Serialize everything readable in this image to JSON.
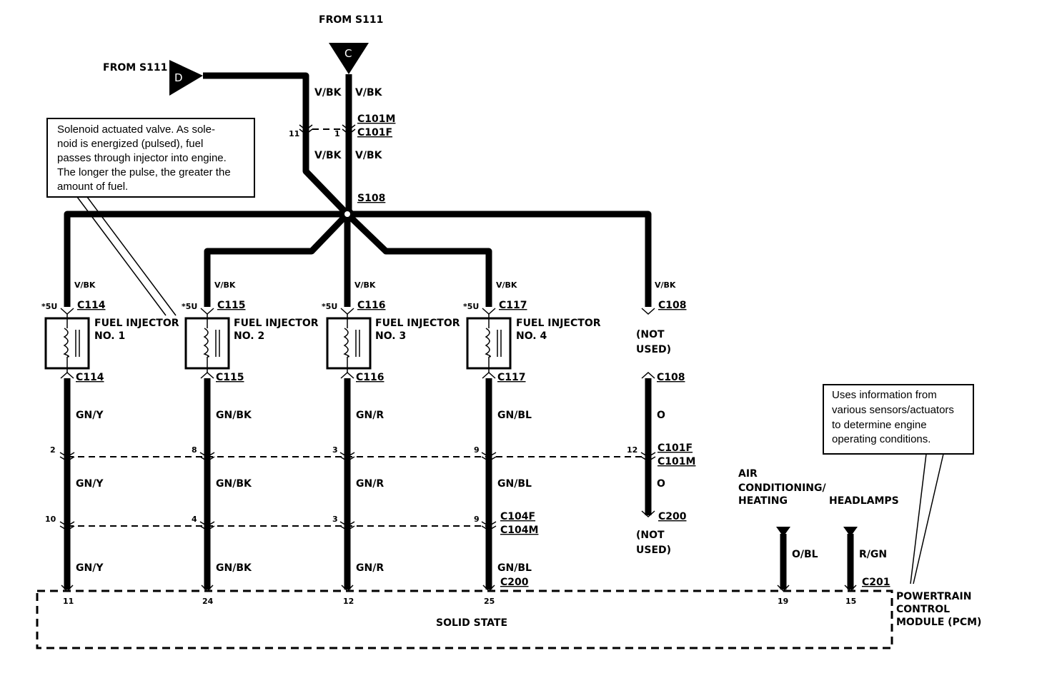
{
  "top": {
    "from_c": "FROM S111",
    "from_d": "FROM S111",
    "flag_c": "C",
    "flag_d": "D",
    "wire_left": "V/BK",
    "wire_right": "V/BK",
    "wire_left_2": "V/BK",
    "wire_right_2": "V/BK",
    "pin_11": "11",
    "pin_1": "1",
    "conn_c101m": "C101M",
    "conn_c101f": "C101F",
    "splice": "S108"
  },
  "note_injector": {
    "lines": [
      "Solenoid actuated valve.  As sole-",
      "noid is energized (pulsed), fuel",
      "passes through injector into engine.",
      "The longer the pulse, the greater the",
      "amount of fuel."
    ]
  },
  "note_pcm": {
    "lines": [
      "Uses information from",
      "various  sensors/actuators",
      "to determine engine",
      "operating conditions."
    ]
  },
  "branches": [
    {
      "top_wire": "V/BK",
      "asterisk": "*5U",
      "conn_top": "C114",
      "name1": "FUEL INJECTOR",
      "name2": "NO. 1",
      "conn_bottom": "C114",
      "wire1": "GN/Y",
      "pin_a": "2",
      "wire2": "GN/Y",
      "pin_b": "10",
      "wire3": "GN/Y",
      "pcm_pin": "11"
    },
    {
      "top_wire": "V/BK",
      "asterisk": "*5U",
      "conn_top": "C115",
      "name1": "FUEL INJECTOR",
      "name2": "NO. 2",
      "conn_bottom": "C115",
      "wire1": "GN/BK",
      "pin_a": "8",
      "wire2": "GN/BK",
      "pin_b": "4",
      "wire3": "GN/BK",
      "pcm_pin": "24"
    },
    {
      "top_wire": "V/BK",
      "asterisk": "*5U",
      "conn_top": "C116",
      "name1": "FUEL INJECTOR",
      "name2": "NO. 3",
      "conn_bottom": "C116",
      "wire1": "GN/R",
      "pin_a": "3",
      "wire2": "GN/R",
      "pin_b": "3",
      "wire3": "GN/R",
      "pcm_pin": "12"
    },
    {
      "top_wire": "V/BK",
      "asterisk": "*5U",
      "conn_top": "C117",
      "name1": "FUEL INJECTOR",
      "name2": "NO. 4",
      "conn_bottom": "C117",
      "wire1": "GN/BL",
      "pin_a": "9",
      "wire2": "GN/BL",
      "pin_b": "9",
      "wire3": "GN/BL",
      "pcm_pin": "25",
      "conn_c104f": "C104F",
      "conn_c104m": "C104M",
      "conn_c200": "C200"
    }
  ],
  "unused": {
    "top_wire": "V/BK",
    "conn_top": "C108",
    "not_used_1a": "(NOT",
    "not_used_1b": "USED)",
    "conn_mid": "C108",
    "wire_o1": "O",
    "pin_12": "12",
    "conn_c101f": "C101F",
    "conn_c101m": "C101M",
    "wire_o2": "O",
    "conn_c200": "C200",
    "not_used_2a": "(NOT",
    "not_used_2b": "USED)"
  },
  "ac": {
    "label1": "AIR",
    "label2": "CONDITIONING/",
    "label3": "HEATING",
    "wire": "O/BL",
    "pcm_pin": "19"
  },
  "headlamps": {
    "label": "HEADLAMPS",
    "wire": "R/GN",
    "conn": "C201",
    "pcm_pin": "15"
  },
  "pcm": {
    "solid_state": "SOLID STATE",
    "name1": "POWERTRAIN",
    "name2": "CONTROL",
    "name3": "MODULE (PCM)"
  }
}
